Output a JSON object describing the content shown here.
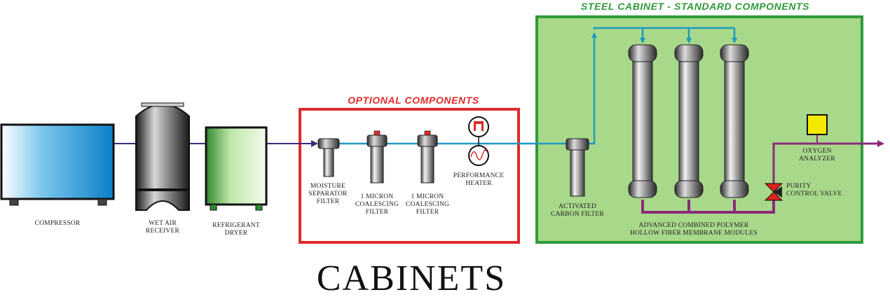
{
  "title": "CABINETS",
  "sections": {
    "optional": {
      "label": "OPTIONAL COMPONENTS",
      "color": "#e02a2a"
    },
    "standard": {
      "label": "STEEL CABINET - STANDARD COMPONENTS",
      "color": "#2f9a3a",
      "fill": "#a8d88a"
    }
  },
  "components": {
    "compressor": "COMPRESSOR",
    "wet_air_receiver": [
      "WET AIR",
      "RECEIVER"
    ],
    "refrigerant_dryer": [
      "REFRIGERANT",
      "DRYER"
    ],
    "moisture_separator": [
      "MOISTURE",
      "SEPARATOR",
      "FILTER"
    ],
    "coalescing_1": [
      "1 MICRON",
      "COALESCING",
      "FILTER"
    ],
    "coalescing_2": [
      "1 MICRON",
      "COALESCING",
      "FILTER"
    ],
    "performance_heater": [
      "PERFORMANCE",
      "HEATER"
    ],
    "carbon_filter": [
      "ACTIVATED",
      "CARBON FILTER"
    ],
    "membranes": [
      "ADVANCED COMBINED POLYMER",
      "HOLLOW FIBER MEMBRANE MODULES"
    ],
    "oxygen_analyzer": [
      "OXYGEN",
      "ANALYZER"
    ],
    "purity_valve": [
      "PURITY",
      "CONTROL VALVE"
    ]
  },
  "colors": {
    "air_line": "#3b2a7a",
    "process_line": "#1f9bbf",
    "nitrogen_line": "#8a2a7a",
    "analyzer": "#f5e800",
    "valve": "#e02020"
  }
}
